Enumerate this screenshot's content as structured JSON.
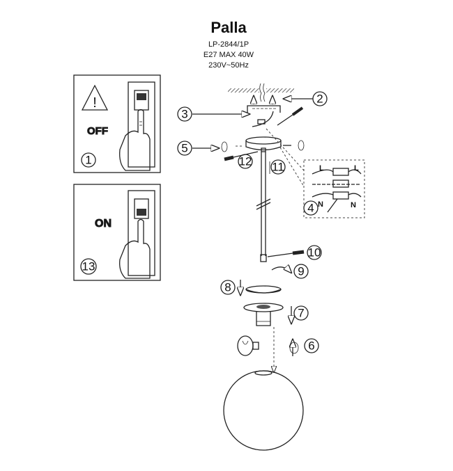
{
  "header": {
    "title": "Palla",
    "model": "LP-2844/1P",
    "bulb_spec": "E27 MAX 40W",
    "voltage": "230V~50Hz"
  },
  "panels": [
    {
      "switch_label": "OFF",
      "step": "1"
    },
    {
      "switch_label": "ON",
      "step": "13"
    }
  ],
  "steps": {
    "s2": "2",
    "s3": "3",
    "s4": "4",
    "s5": "5",
    "s6": "6",
    "s7": "7",
    "s8": "8",
    "s9": "9",
    "s10": "10",
    "s11": "11",
    "s12": "12"
  },
  "wiring": {
    "live_left": "L",
    "live_right": "L",
    "neutral_left": "N",
    "neutral_right": "N"
  }
}
